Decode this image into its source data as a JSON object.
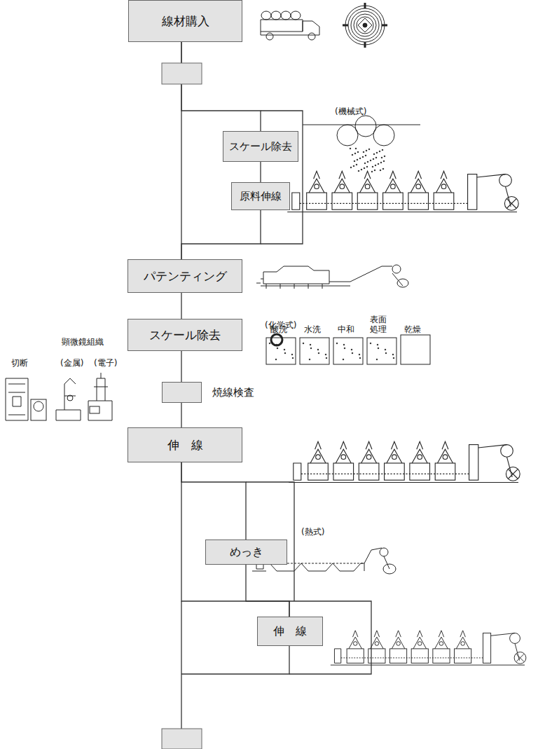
{
  "diagram": {
    "nodes": [
      {
        "text": [
          "線材購入"
        ]
      },
      {
        "text": [
          "スケール除去"
        ]
      },
      {
        "text": [
          "原料伸線"
        ]
      },
      {
        "text": [
          "パテンティング"
        ]
      },
      {
        "text": [
          "スケール除去"
        ]
      },
      {
        "text": [
          "焼線検査"
        ]
      },
      {
        "text": [
          "伸　線"
        ]
      },
      {
        "text": [
          "めっき"
        ]
      },
      {
        "text": [
          "伸　線"
        ]
      }
    ],
    "edges": [
      {
        "from": 0,
        "to": 1,
        "arrow": "none"
      },
      {
        "from": 1,
        "to": 2,
        "arrow": "none"
      },
      {
        "from": 2,
        "to": 3,
        "arrow": "none"
      },
      {
        "from": 0,
        "to": 3,
        "arrow": "none"
      },
      {
        "from": 3,
        "to": 4,
        "arrow": "none"
      },
      {
        "from": 4,
        "to": 5,
        "arrow": "none"
      },
      {
        "from": 5,
        "to": 6,
        "arrow": "none"
      },
      {
        "from": 6,
        "to": 7,
        "arrow": "none"
      },
      {
        "from": 7,
        "to": 8,
        "arrow": "none"
      },
      {
        "from": 6,
        "to": 8,
        "arrow": "none"
      }
    ],
    "labels": [
      "(機械式)",
      "(化学式)",
      "酸洗",
      "水洗",
      "中和",
      "表面 処理",
      "乾燥",
      "切断",
      "顕微鏡組織",
      "(金属)",
      "(電子)",
      "(熱式)"
    ]
  }
}
